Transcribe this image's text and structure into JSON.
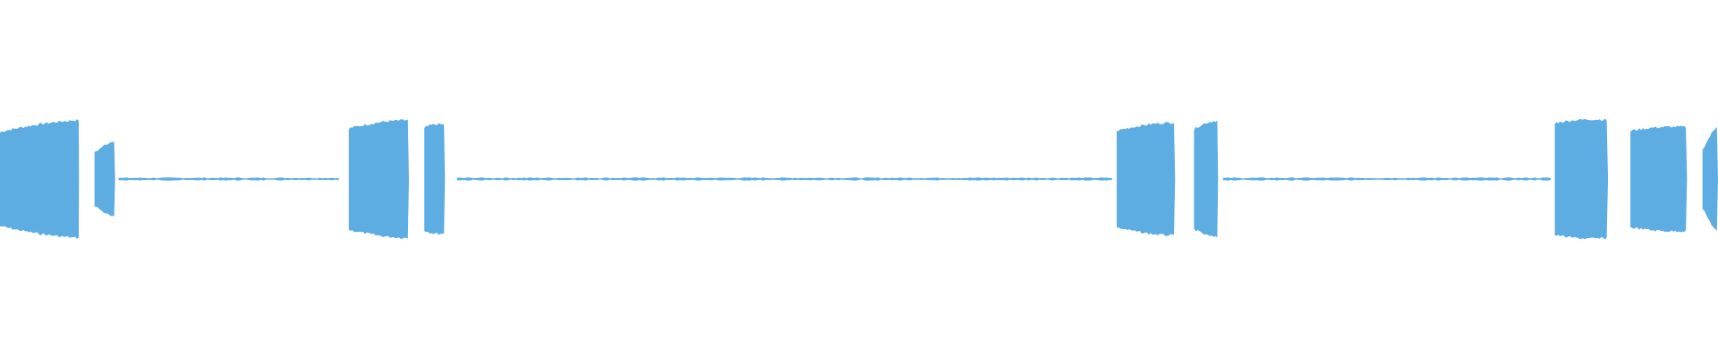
{
  "waveform": {
    "color": "#5dade2",
    "background": "#ffffff",
    "duration_fraction_total": 1.0,
    "segments": [
      {
        "kind": "burst",
        "start": 0.0,
        "end": 0.046,
        "amp_start": 0.8,
        "amp_end": 1.0
      },
      {
        "kind": "burst",
        "start": 0.055,
        "end": 0.067,
        "amp_start": 0.45,
        "amp_end": 0.66
      },
      {
        "kind": "silence",
        "start": 0.069,
        "end": 0.198,
        "amp": 0.012
      },
      {
        "kind": "burst",
        "start": 0.203,
        "end": 0.238,
        "amp_start": 0.86,
        "amp_end": 1.0
      },
      {
        "kind": "burst",
        "start": 0.247,
        "end": 0.259,
        "amp_start": 0.87,
        "amp_end": 0.92
      },
      {
        "kind": "silence",
        "start": 0.266,
        "end": 0.648,
        "amp": 0.012
      },
      {
        "kind": "burst",
        "start": 0.65,
        "end": 0.684,
        "amp_start": 0.82,
        "amp_end": 0.96
      },
      {
        "kind": "burst",
        "start": 0.695,
        "end": 0.709,
        "amp_start": 0.85,
        "amp_end": 0.99
      },
      {
        "kind": "silence",
        "start": 0.712,
        "end": 0.903,
        "amp": 0.012
      },
      {
        "kind": "burst",
        "start": 0.905,
        "end": 0.936,
        "amp_start": 0.95,
        "amp_end": 1.0
      },
      {
        "kind": "burst",
        "start": 0.949,
        "end": 0.982,
        "amp_start": 0.82,
        "amp_end": 0.88
      },
      {
        "kind": "burst",
        "start": 0.991,
        "end": 1.0,
        "amp_start": 0.5,
        "amp_end": 0.92
      }
    ]
  }
}
